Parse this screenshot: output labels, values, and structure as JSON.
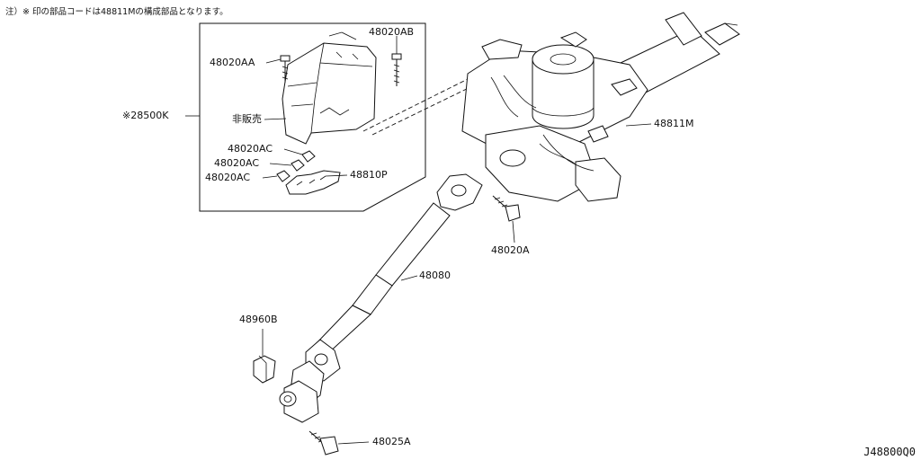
{
  "note": "注）※ 印の部品コードは48811Mの構成部品となります。",
  "diagram_code": "J48800Q0",
  "callouts": {
    "p48020AB": "48020AB",
    "p48020AA": "48020AA",
    "p28500K": "※28500K",
    "not_for_sale": "非販売",
    "p48020AC_1": "48020AC",
    "p48020AC_2": "48020AC",
    "p48020AC_3": "48020AC",
    "p48810P": "48810P",
    "p48811M": "48811M",
    "p48020A": "48020A",
    "p48080": "48080",
    "p48960B": "48960B",
    "p48025A": "48025A"
  }
}
